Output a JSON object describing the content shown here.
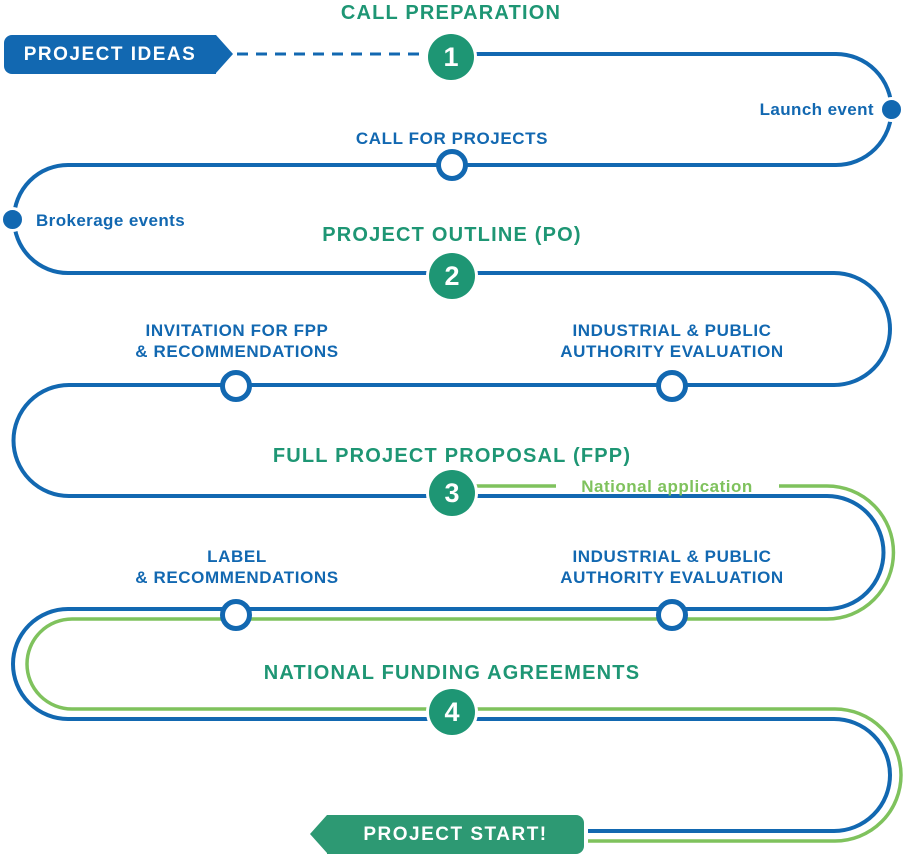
{
  "colors": {
    "blue": "#1268B1",
    "green": "#1E9674",
    "light_green": "#7FC25D",
    "start_banner_green": "#2D9973",
    "background": "#FFFFFF"
  },
  "start": {
    "label": "PROJECT IDEAS"
  },
  "finish": {
    "label": "PROJECT START!"
  },
  "steps": [
    {
      "number": "1",
      "title": "CALL PREPARATION"
    },
    {
      "number": "2",
      "title": "PROJECT OUTLINE (PO)"
    },
    {
      "number": "3",
      "title": "FULL PROJECT PROPOSAL (FPP)"
    },
    {
      "number": "4",
      "title": "NATIONAL FUNDING AGREEMENTS"
    }
  ],
  "milestones": {
    "call_for_projects": "CALL FOR PROJECTS",
    "invitation_fpp": {
      "line1": "INVITATION FOR FPP",
      "line2": "& RECOMMENDATIONS"
    },
    "industrial_evaluation_1": {
      "line1": "INDUSTRIAL & PUBLIC",
      "line2": "AUTHORITY EVALUATION"
    },
    "label_recommendations": {
      "line1": "LABEL",
      "line2": "& RECOMMENDATIONS"
    },
    "industrial_evaluation_2": {
      "line1": "INDUSTRIAL & PUBLIC",
      "line2": "AUTHORITY EVALUATION"
    }
  },
  "events": {
    "launch": "Launch event",
    "brokerage": "Brokerage events"
  },
  "annotations": {
    "national_application": "National application"
  }
}
